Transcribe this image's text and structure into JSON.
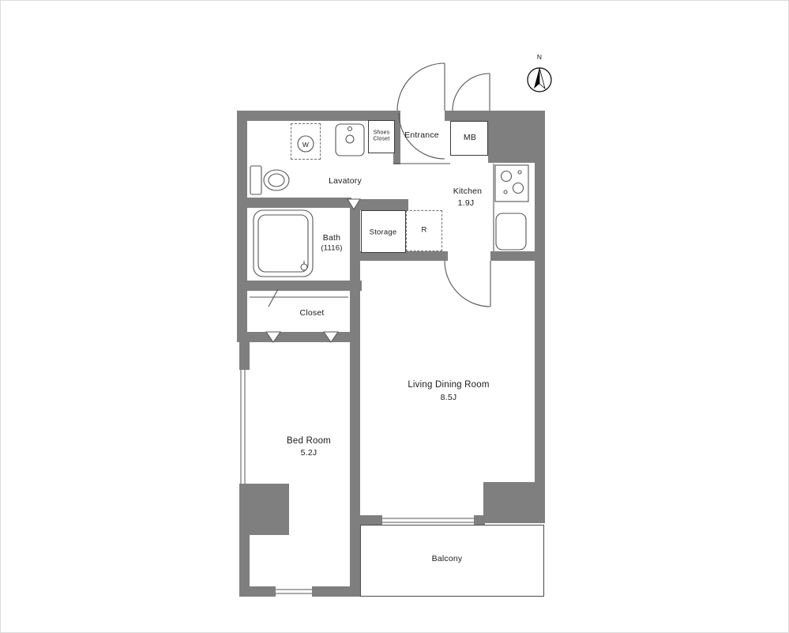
{
  "plan": {
    "compass": {
      "label": "N"
    },
    "rooms": {
      "entrance": {
        "label": "Entrance"
      },
      "shoes_closet": {
        "label": "Shoes Closet"
      },
      "mb": {
        "label": "MB"
      },
      "lavatory": {
        "label": "Lavatory"
      },
      "kitchen": {
        "label": "Kitchen",
        "size": "1.9J"
      },
      "bath": {
        "label": "Bath",
        "size": "(1116)"
      },
      "storage": {
        "label": "Storage"
      },
      "refrigerator": {
        "label": "R"
      },
      "washer": {
        "label": "W"
      },
      "closet": {
        "label": "Closet"
      },
      "living_dining": {
        "label": "Living Dining Room",
        "size": "8.5J"
      },
      "bedroom": {
        "label": "Bed Room",
        "size": "5.2J"
      },
      "balcony": {
        "label": "Balcony"
      }
    },
    "colors": {
      "wall": "#7f7f7f",
      "line": "#555555",
      "background": "#ffffff"
    }
  }
}
